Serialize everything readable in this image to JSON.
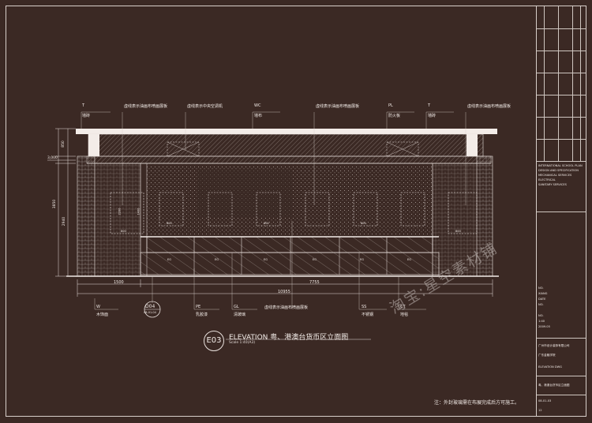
{
  "title": {
    "number": "E03",
    "main": "ELEVATION 粤、港澳台货币区立面图",
    "scale": "Scale 1:40(A3)"
  },
  "top_tags": [
    {
      "code": "T",
      "text": "墙砖"
    },
    {
      "code": "",
      "text": "虚线表示油画布喷画展板"
    },
    {
      "code": "",
      "text": "虚线表示中央空调机"
    },
    {
      "code": "WC",
      "text": "墙布"
    },
    {
      "code": "",
      "text": "虚线表示油画布喷画展板"
    },
    {
      "code": "PL",
      "text": "防火板"
    },
    {
      "code": "T",
      "text": "墙砖"
    },
    {
      "code": "",
      "text": "虚线表示油画布喷画展板"
    }
  ],
  "bottom_tags": [
    {
      "code": "W",
      "text": "木饰面"
    },
    {
      "code": "D04",
      "text": "08-01-04"
    },
    {
      "code": "PE",
      "text": "乳胶漆"
    },
    {
      "code": "GL",
      "text": "清玻璃"
    },
    {
      "code": "",
      "text": "虚线表示油画布喷画展板"
    },
    {
      "code": "SS",
      "text": "不锈钢"
    },
    {
      "code": "CT",
      "text": "地毯"
    }
  ],
  "dimensions": {
    "left_top": "3,000",
    "left_a": "850",
    "left_b": "3850",
    "left_c": "2940",
    "bottom_a": "1500",
    "bottom_b": "7755",
    "bottom_c": "10955",
    "frame_sizes": [
      "2200",
      "1400",
      "800",
      "800",
      "800",
      "800",
      "800"
    ],
    "panel_labels": [
      "EG",
      "EG",
      "EG",
      "EG",
      "EG",
      "EG"
    ]
  },
  "title_block": {
    "lines": [
      "INTERNATIONAL SCHOOL PLAN",
      "DESIGN AND SPECIFICATION",
      "MECHANICAL SERVICES",
      "ELECTRICAL",
      "SANITARY SERVICES",
      "NO.",
      "XIANG",
      "DATE",
      "NO.",
      "NO.",
      "1:40",
      "2009.05",
      "广州市设计装饰有限公司",
      "广东金融学院",
      "ELEVATION DWG",
      "粤、港澳台货币区立面图",
      "08-01-03",
      "12"
    ]
  },
  "watermark": "淘宝:星空素材铺",
  "note": "注：外封玻璃需在布展完成后方可施工。",
  "colors": {
    "background": "#3b2924",
    "line": "#e8e0dc",
    "hatch": "#c9bfba"
  }
}
